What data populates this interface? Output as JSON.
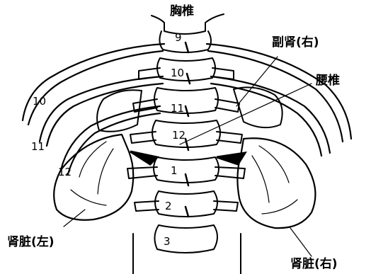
{
  "labels": {
    "thoracic_vertebrae": "胸椎",
    "adrenal_right": "副肾(右)",
    "lumbar_vertebrae": "腰椎",
    "kidney_left": "肾脏(左)",
    "kidney_right": "肾脏(右)"
  },
  "vertebra_numbers": {
    "t9": "9",
    "t10": "10",
    "t11": "11",
    "t12": "12",
    "l1": "1",
    "l2": "2",
    "l3": "3"
  },
  "rib_numbers": {
    "rib10": "10",
    "rib11": "11",
    "rib12": "12"
  },
  "colors": {
    "ink": "#000000",
    "background": "#ffffff"
  }
}
